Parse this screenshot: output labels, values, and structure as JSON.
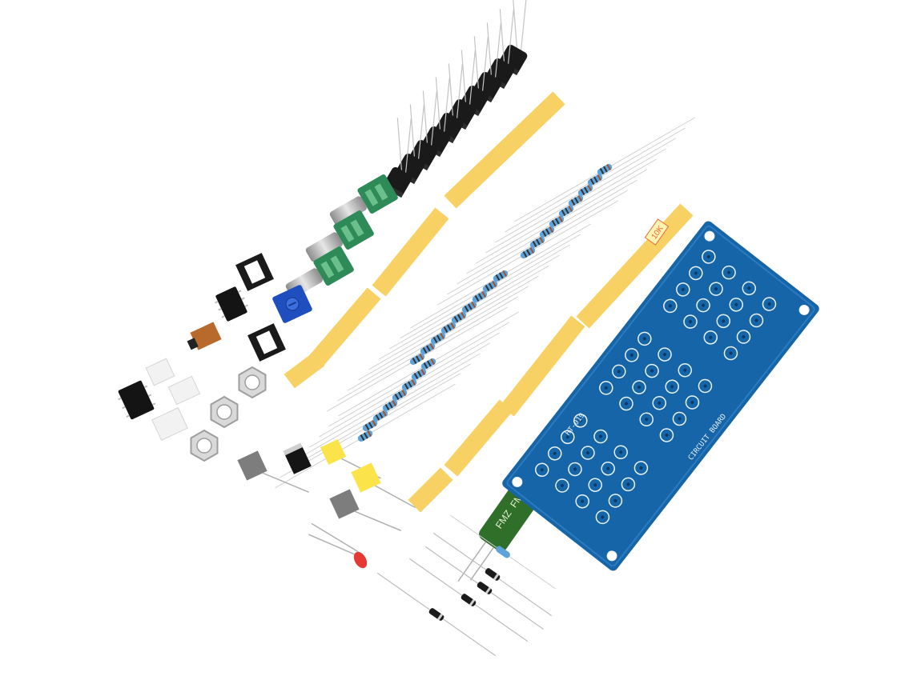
{
  "photo": {
    "background_color": "#ffffff",
    "pcb": {
      "silkscreen_title": "HT-019",
      "silkscreen_text": "CIRCUIT BOARD",
      "board_color": "#1565a8",
      "silk_color": "#e8f2ff"
    },
    "resistor_tape_label": "10K",
    "capacitor_brand": "FMZ",
    "tape_color": "#f7d163",
    "colors": {
      "cap_black": "#1a1a1a",
      "pot_green": "#2e8b57",
      "trimmer_blue": "#1f4fbf",
      "cap_green": "#2f6f2a",
      "led_red": "#e53935",
      "film_cap_yellow": "#fbe34a",
      "mlcc_gray": "#7d7d7d",
      "resistor_blue": "#5da3d9"
    }
  }
}
